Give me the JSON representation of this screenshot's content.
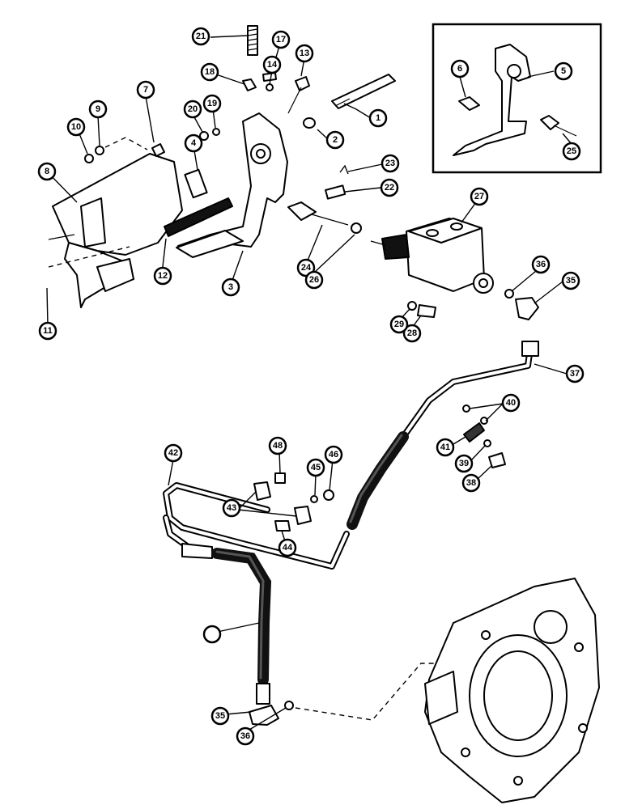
{
  "callouts": [
    "1",
    "2",
    "3",
    "4",
    "5",
    "6",
    "7",
    "8",
    "9",
    "10",
    "11",
    "12",
    "13",
    "14",
    "17",
    "18",
    "19",
    "20",
    "21",
    "22",
    "23",
    "24",
    "25",
    "26",
    "27",
    "28",
    "29",
    "35",
    "36",
    "37",
    "38",
    "39",
    "40",
    "41",
    "42",
    "43",
    "44",
    "45",
    "46",
    "48"
  ]
}
